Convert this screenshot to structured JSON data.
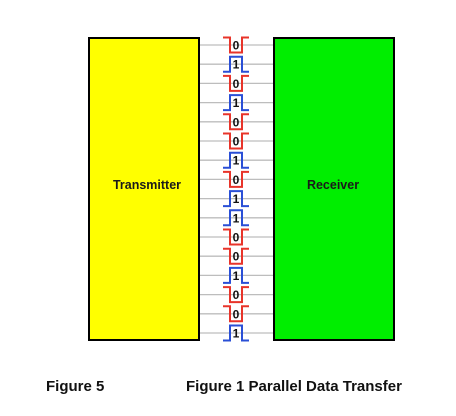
{
  "transmitter": {
    "label": "Transmitter",
    "color": "#ffff00"
  },
  "receiver": {
    "label": "Receiver",
    "color": "#00ee00"
  },
  "bits": [
    "0",
    "1",
    "0",
    "1",
    "0",
    "0",
    "1",
    "0",
    "1",
    "1",
    "0",
    "0",
    "1",
    "0",
    "0",
    "1"
  ],
  "bit_colors": {
    "0": "#e8342a",
    "1": "#2a4fd6"
  },
  "line_color": "#bdbdbd",
  "captions": {
    "left": "Figure 5",
    "right": "Figure 1 Parallel Data Transfer"
  }
}
